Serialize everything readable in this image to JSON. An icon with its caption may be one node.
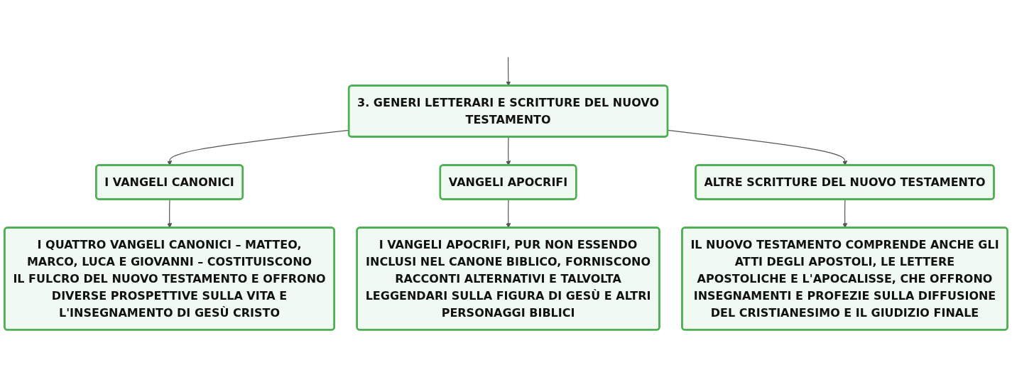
{
  "diagram": {
    "nodes": [
      {
        "text": [
          "3. GENERI LETTERARI E SCRITTURE DEL NUOVO TESTAMENTO"
        ]
      },
      {
        "text": [
          "I VANGELI CANONICI"
        ]
      },
      {
        "text": [
          "VANGELI APOCRIFI"
        ]
      },
      {
        "text": [
          "ALTRE SCRITTURE DEL NUOVO TESTAMENTO"
        ]
      },
      {
        "text": [
          "I QUATTRO VANGELI CANONICI – MATTEO, MARCO, LUCA E GIOVANNI – COSTITUISCONO IL FULCRO DEL NUOVO TESTAMENTO E OFFRONO DIVERSE PROSPETTIVE SULLA VITA E L'INSEGNAMENTO DI GESÙ CRISTO"
        ]
      },
      {
        "text": [
          "I VANGELI APOCRIFI, PUR NON ESSENDO INCLUSI NEL CANONE BIBLICO, FORNISCONO RACCONTI ALTERNATIVI E TALVOLTA LEGGENDARI SULLA FIGURA DI GESÙ E ALTRI PERSONAGGI BIBLICI"
        ]
      },
      {
        "text": [
          "IL NUOVO TESTAMENTO COMPRENDE ANCHE GLI ATTI DEGLI APOSTOLI, LE LETTERE APOSTOLICHE E L'APOCALISSE, CHE OFFRONO INSEGNAMENTI E PROFEZIE SULLA DIFFUSIONE DEL CRISTIANESIMO E IL GIUDIZIO FINALE"
        ]
      }
    ],
    "edges": [
      {
        "from": null,
        "to": 0,
        "arrow": "to"
      },
      {
        "from": 0,
        "to": 1,
        "arrow": "to"
      },
      {
        "from": 0,
        "to": 2,
        "arrow": "to"
      },
      {
        "from": 0,
        "to": 3,
        "arrow": "to"
      },
      {
        "from": 1,
        "to": 4,
        "arrow": "to"
      },
      {
        "from": 2,
        "to": 5,
        "arrow": "to"
      },
      {
        "from": 3,
        "to": 6,
        "arrow": "to"
      }
    ]
  }
}
